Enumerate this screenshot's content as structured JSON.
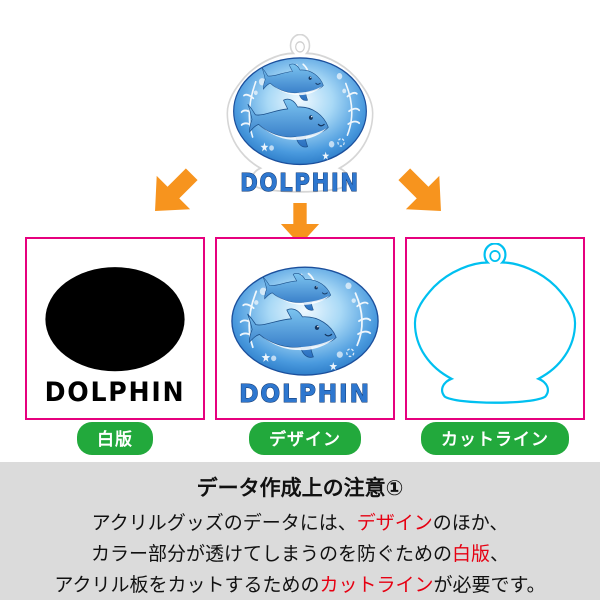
{
  "charm": {
    "title": "DOLPHIN"
  },
  "pills": {
    "white_plate": "白版",
    "design": "デザイン",
    "cutline": "カットライン"
  },
  "notice": {
    "title": "データ作成上の注意①",
    "line1": {
      "pre": "アクリルグッズのデータには、",
      "em": "デザイン",
      "post": "のほか、"
    },
    "line2": {
      "pre": "カラー部分が透けてしまうのを防ぐための",
      "em": "白版",
      "post": "、"
    },
    "line3": {
      "pre": "アクリル板をカットするための",
      "em": "カットライン",
      "post": "が必要です。"
    }
  },
  "colors": {
    "arrow_orange": "#f7941e",
    "panel_border_magenta": "#e6007e",
    "pill_green": "#22a93c",
    "accent_red": "#e60012",
    "cutline_cyan": "#00c0f0",
    "notice_bg_gray": "#dbdbdb",
    "ocean_blue": "#1766b8"
  }
}
